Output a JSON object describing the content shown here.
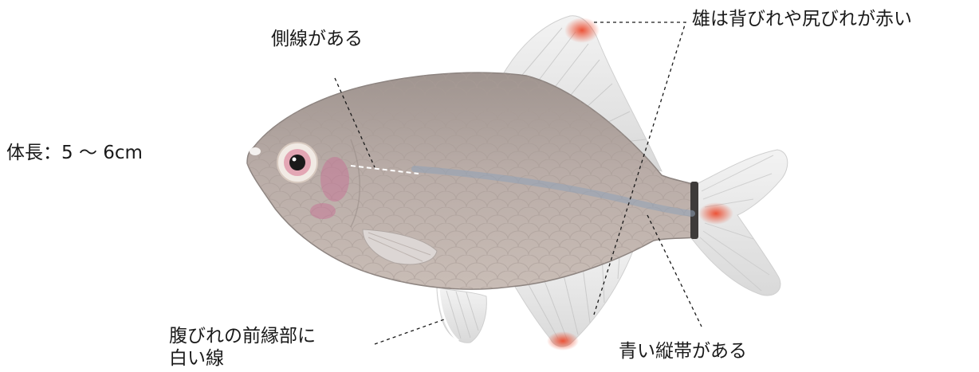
{
  "labels": {
    "body_length": "体長：5 ～ 6cm",
    "lateral_line": "側線がある",
    "male_fins": "雄は背びれや尻びれが赤い",
    "pelvic_fin_line1": "腹びれの前縁部に",
    "pelvic_fin_line2": "白い線",
    "blue_stripe": "青い縦帯がある"
  },
  "colors": {
    "body": "#b7a9a4",
    "fin": "#e9e9e9",
    "fin_tip": "#e8553a",
    "stripe": "#8fa3b8",
    "gill_pink": "#c76a92"
  }
}
